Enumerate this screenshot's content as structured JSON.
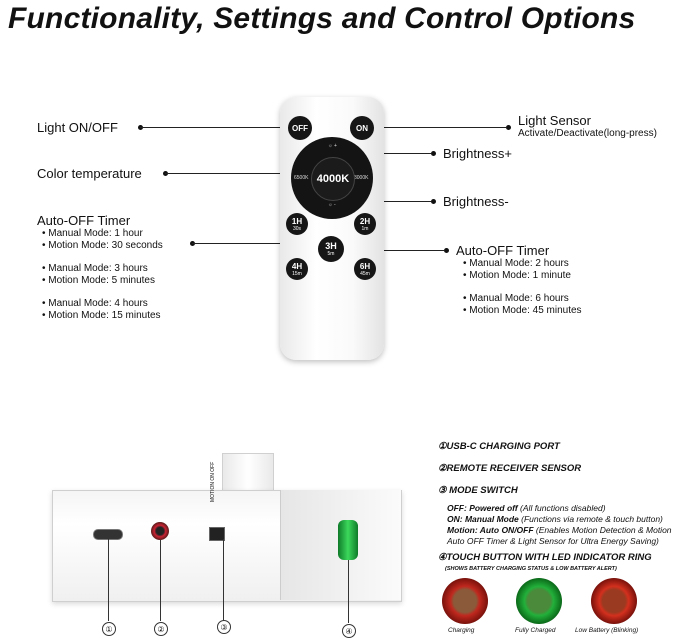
{
  "title": "Functionality, Settings and Control Options",
  "left_labels": {
    "light_onoff": "Light ON/OFF",
    "color_temperature": "Color temperature",
    "auto_off_title": "Auto-OFF Timer",
    "auto_off_items": [
      "• Manual Mode: 1 hour",
      "• Motion Mode: 30 seconds",
      "• Manual Mode: 3 hours",
      "• Motion Mode: 5 minutes",
      "• Manual Mode: 4 hours",
      "• Motion Mode: 15 minutes"
    ]
  },
  "right_labels": {
    "light_sensor": "Light Sensor",
    "light_sensor_sub": "Activate/Deactivate(long-press)",
    "brightness_plus": "Brightness+",
    "brightness_minus": "Brightness-",
    "auto_off_title": "Auto-OFF Timer",
    "auto_off_items": [
      "• Manual Mode: 2 hours",
      "• Motion Mode: 1 minute",
      "• Manual Mode: 6 hours",
      "• Motion Mode: 45 minutes"
    ]
  },
  "remote": {
    "off": "OFF",
    "on": "ON",
    "center": "4000K",
    "dial_left": "6500K",
    "dial_right": "3000K",
    "buttons": [
      {
        "main": "1H",
        "sub": "30s"
      },
      {
        "main": "2H",
        "sub": "1m"
      },
      {
        "main": "3H",
        "sub": "5m"
      },
      {
        "main": "4H",
        "sub": "15m"
      },
      {
        "main": "6H",
        "sub": "45m"
      }
    ]
  },
  "device": {
    "switch_labels": "MOTION ON OFF",
    "markers": [
      "①",
      "②",
      "③",
      "④"
    ]
  },
  "features": {
    "f1": "①USB-C CHARGING PORT",
    "f2": "②REMOTE RECEIVER SENSOR",
    "f3": "③ MODE SWITCH",
    "f3_off_b": "OFF: Powered off",
    "f3_off": " (All functions disabled)",
    "f3_on_b": "ON: Manual Mode",
    "f3_on": " (Functions via remote & touch button)",
    "f3_motion_b": "Motion: Auto ON/OFF",
    "f3_motion": " (Enables Motion Detection & Motion",
    "f3_motion2": "Auto OFF Timer & Light Sensor for Ultra Energy Saving)",
    "f4": "④TOUCH BUTTON WITH LED INDICATOR RING",
    "f4_sub": "(SHOWS BATTERY CHARGING STATUS & LOW BATTERY ALERT)",
    "indicators": [
      {
        "caption": "Charging",
        "color": "#c0281e"
      },
      {
        "caption": "Fully Charged",
        "color": "#22b03a"
      },
      {
        "caption": "Low Battery (Blinking)",
        "color": "#d3301e"
      }
    ]
  }
}
